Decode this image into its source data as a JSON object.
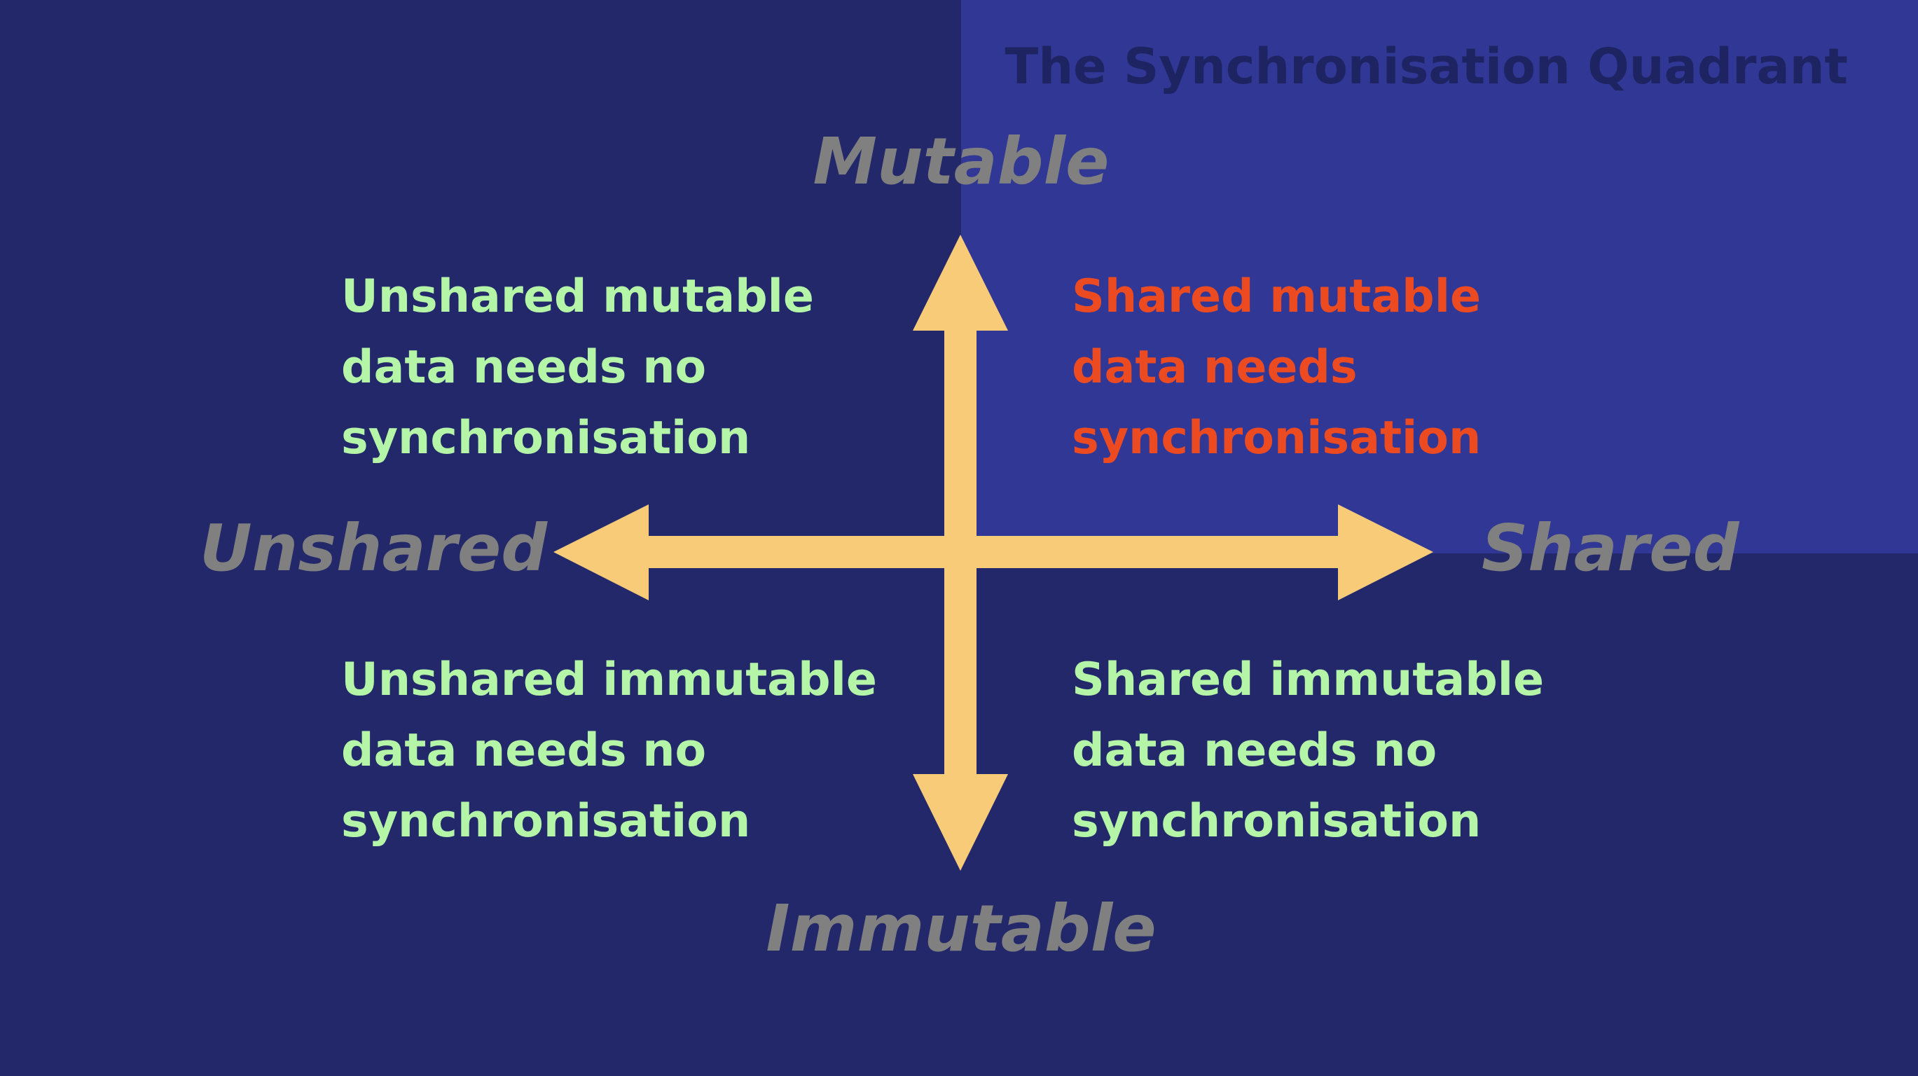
{
  "title": "The Synchronisation Quadrant",
  "axes": {
    "top": "Mutable",
    "bottom": "Immutable",
    "left": "Unshared",
    "right": "Shared"
  },
  "quadrants": {
    "top_left": {
      "lines": [
        "Unshared mutable",
        "data needs no",
        "synchronisation"
      ]
    },
    "top_right": {
      "lines": [
        "Shared mutable",
        "data needs",
        "synchronisation"
      ]
    },
    "bottom_left": {
      "lines": [
        "Unshared immutable",
        "data needs no",
        "synchronisation"
      ]
    },
    "bottom_right": {
      "lines": [
        "Shared immutable",
        "data needs no",
        "synchronisation"
      ]
    }
  },
  "colors": {
    "background": "#23286a",
    "highlight_quadrant": "#303794",
    "title": "#1e2462",
    "axis_label": "#808080",
    "safe_text": "#b4f5a8",
    "unsafe_text": "#ec4b22",
    "arrow": "#f7cb78"
  }
}
